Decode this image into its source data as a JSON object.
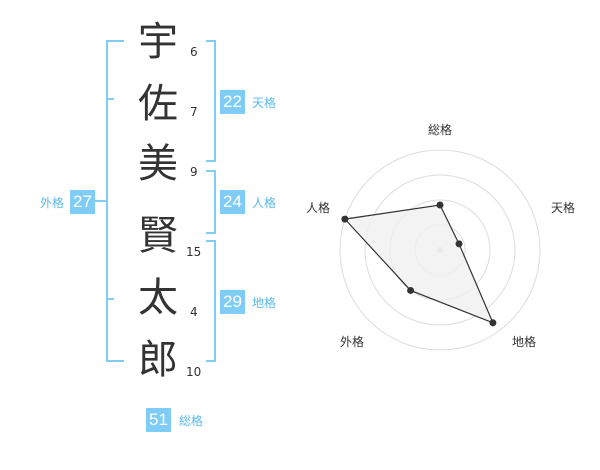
{
  "characters": [
    {
      "char": "宇",
      "strokes": "6"
    },
    {
      "char": "佐",
      "strokes": "7"
    },
    {
      "char": "美",
      "strokes": "9"
    },
    {
      "char": "賢",
      "strokes": "15"
    },
    {
      "char": "太",
      "strokes": "4"
    },
    {
      "char": "郎",
      "strokes": "10"
    }
  ],
  "scores": {
    "tenkaku": {
      "value": "22",
      "label": "天格"
    },
    "jinkaku": {
      "value": "24",
      "label": "人格"
    },
    "chikaku": {
      "value": "29",
      "label": "地格"
    },
    "gaikaku": {
      "value": "27",
      "label": "外格"
    },
    "soukaku": {
      "value": "51",
      "label": "総格"
    }
  },
  "colors": {
    "accent": "#7fcdf7",
    "label": "#5bbaf0",
    "radar_fill": "#f0f0f0",
    "radar_line": "#333333"
  },
  "chart_data": {
    "type": "radar",
    "axes": [
      "総格",
      "天格",
      "地格",
      "外格",
      "人格"
    ],
    "values": [
      0.45,
      0.2,
      0.9,
      0.5,
      1.0
    ],
    "range": [
      0,
      1
    ],
    "rings": 4
  }
}
